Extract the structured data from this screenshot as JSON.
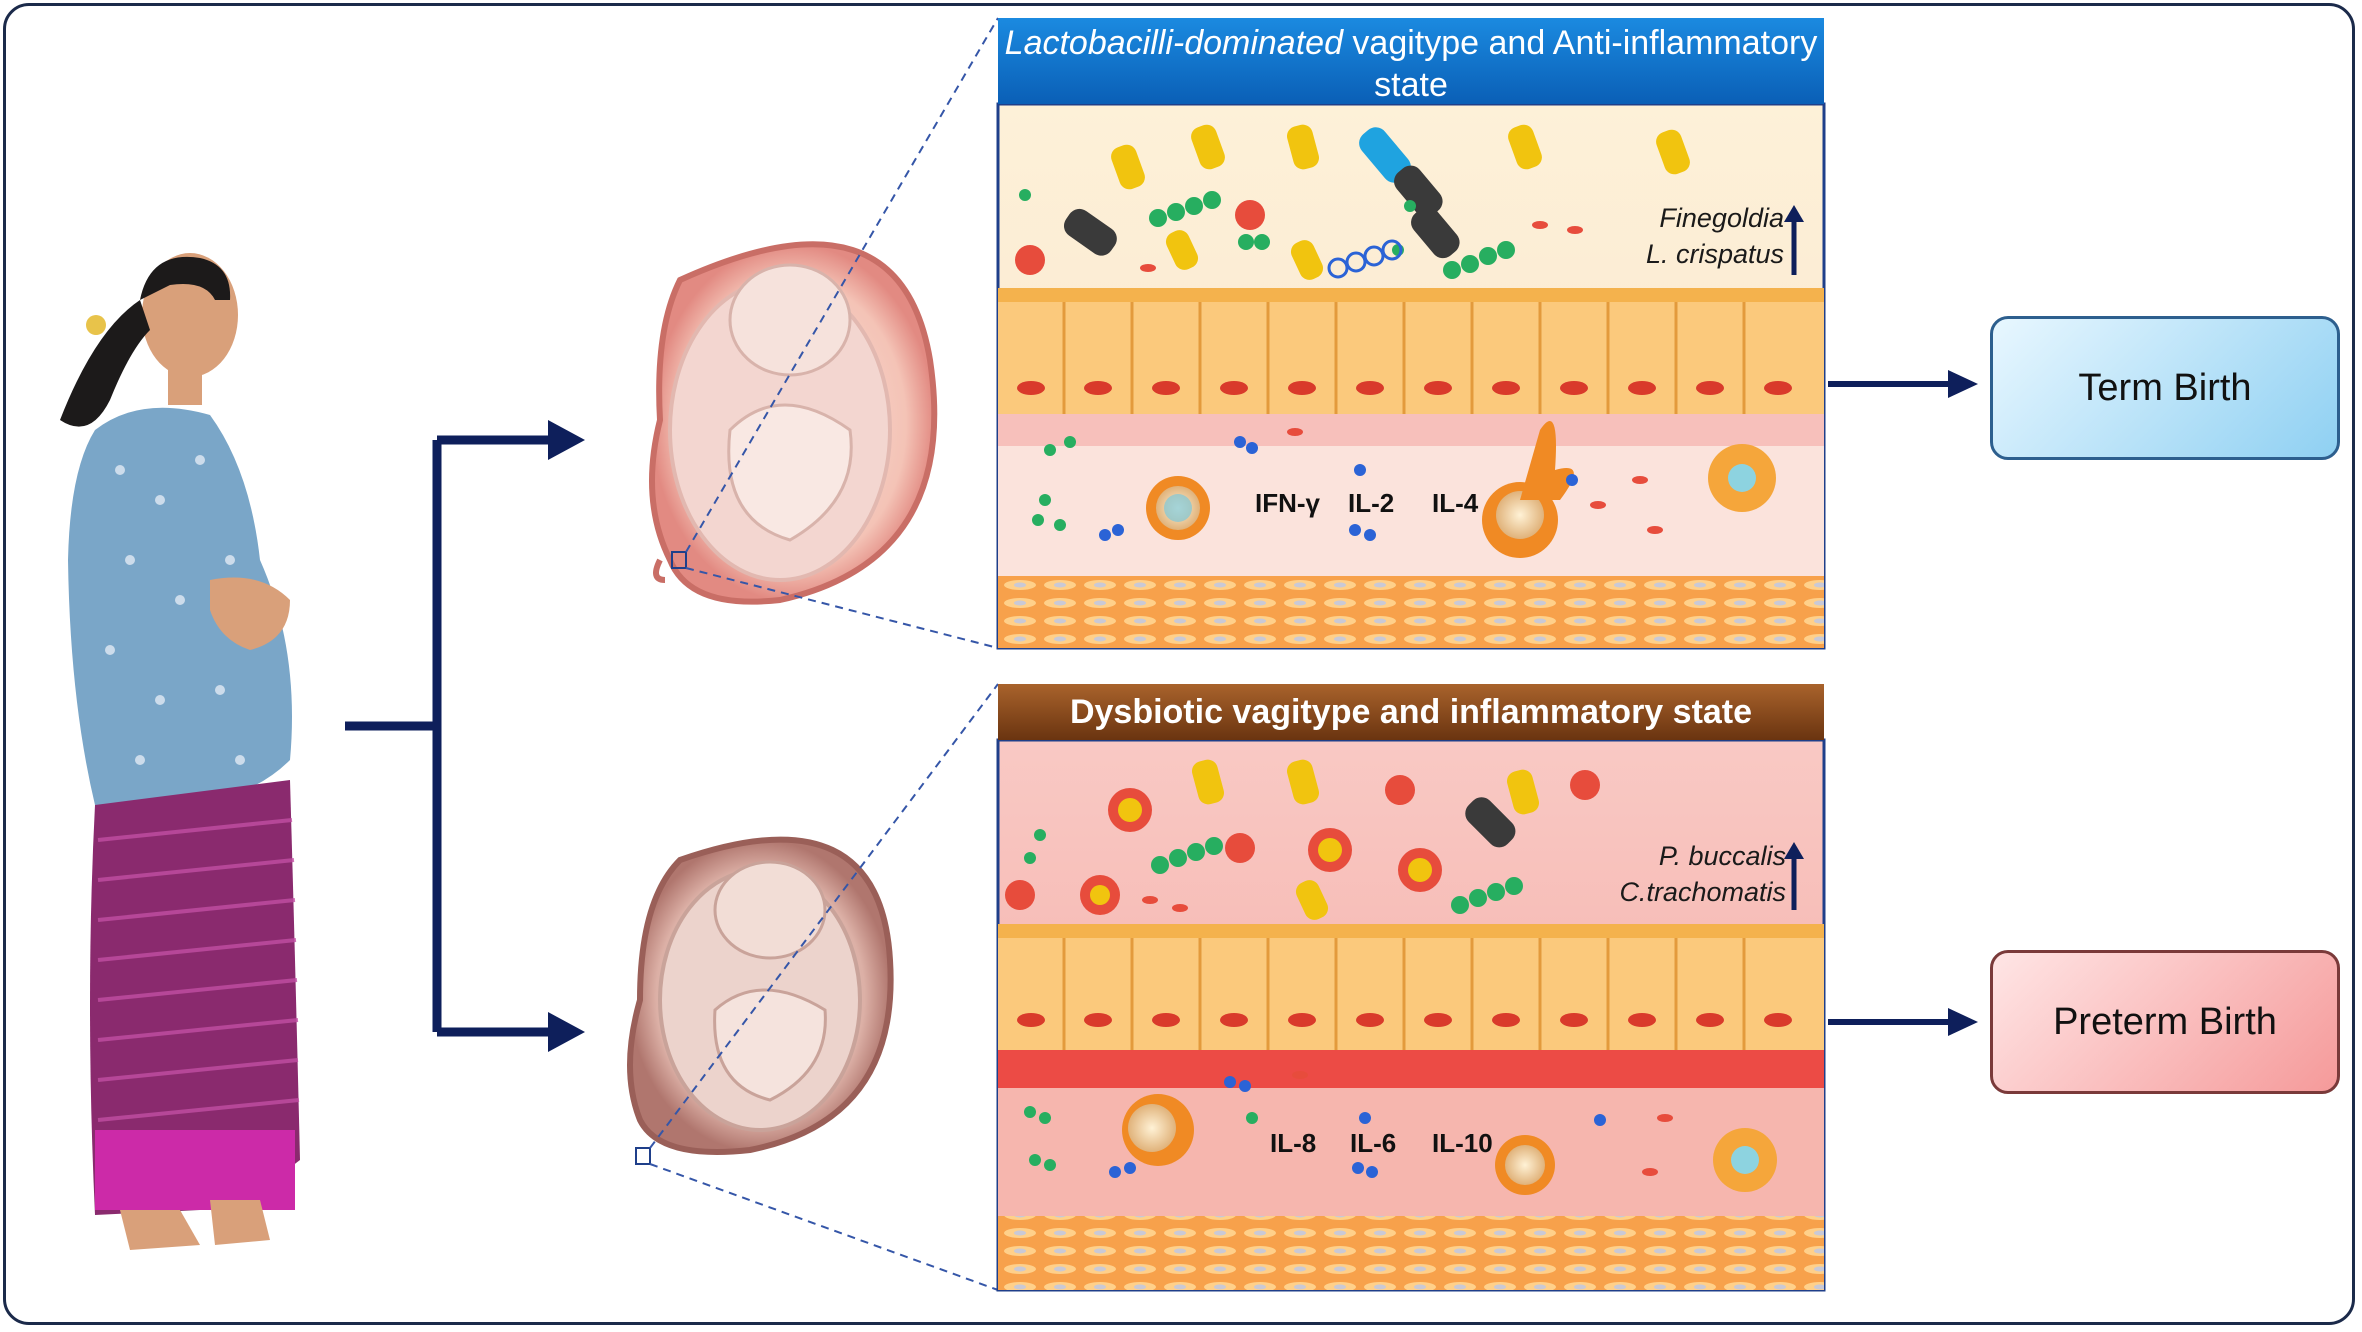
{
  "top_panel": {
    "title_italic": "Lactobacilli-dominated",
    "title_rest": " vagitype and Anti-inflammatory state",
    "taxa_1": "Finegoldia",
    "taxa_2": "L. crispatus",
    "cytokine_1": "IFN-γ",
    "cytokine_2": "IL-2",
    "cytokine_3": "IL-4"
  },
  "bottom_panel": {
    "title": "Dysbiotic vagitype and inflammatory state",
    "taxa_1": "P. buccalis",
    "taxa_2": "C.trachomatis",
    "cytokine_1": "IL-8",
    "cytokine_2": "IL-6",
    "cytokine_3": "IL-10"
  },
  "outcomes": {
    "term": "Term Birth",
    "preterm": "Preterm Birth"
  },
  "colors": {
    "arrow": "#0e1f5b",
    "top_banner": "#1b8ae0",
    "bottom_banner": "#8a4a1c",
    "term_box": "#8fd0f2",
    "preterm_box": "#f59a9a"
  }
}
